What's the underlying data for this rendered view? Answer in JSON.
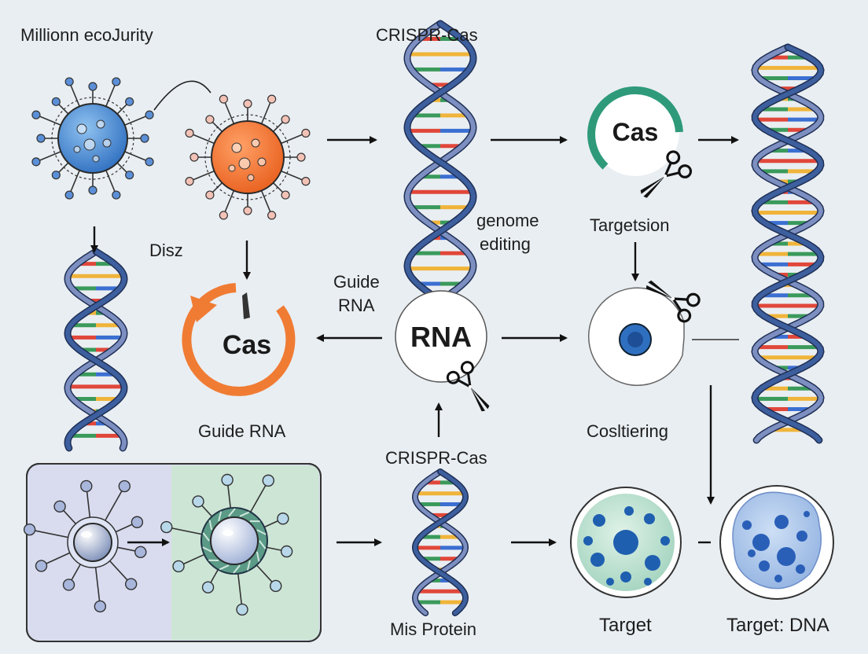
{
  "labels": {
    "top_left_title": "Millionn ecoJurity",
    "crispr_top": "CRISPR-Cas",
    "cas_top": "Cas",
    "genome_editing_line1": "genome",
    "genome_editing_line2": "editing",
    "targetsion": "Targetsion",
    "disz": "Disz",
    "guide_rna_line1": "Guide",
    "guide_rna_line2": "RNA",
    "cas_cycle": "Cas",
    "rna_center": "RNA",
    "guide_rna_bottom": "Guide RNA",
    "cosltiering": "Cosltiering",
    "crispr_bottom": "CRISPR-Cas",
    "mis_protein": "Mis Protein",
    "target": "Target",
    "target_dna": "Target: DNA"
  },
  "colors": {
    "background": "#e9eef2",
    "dna_strand": "#3d5f9e",
    "dna_strand_light": "#7d8fc0",
    "rung_red": "#e0473a",
    "rung_green": "#3a9a5b",
    "rung_yellow": "#f0b43a",
    "rung_blue": "#3b6fd1",
    "virus_blue": "#4a8bd6",
    "virus_orange": "#f07c34",
    "cas_orange": "#f07c34",
    "cas_teal": "#2e9a7a",
    "panel_left": "#d9dcef",
    "panel_right": "#cde5d5",
    "cell_green": "#bfe3d2",
    "cell_blue": "#a9c5ea"
  },
  "icons": [
    "virus-icon",
    "dna-icon",
    "scissors-icon",
    "cell-icon",
    "arrow-icon"
  ]
}
